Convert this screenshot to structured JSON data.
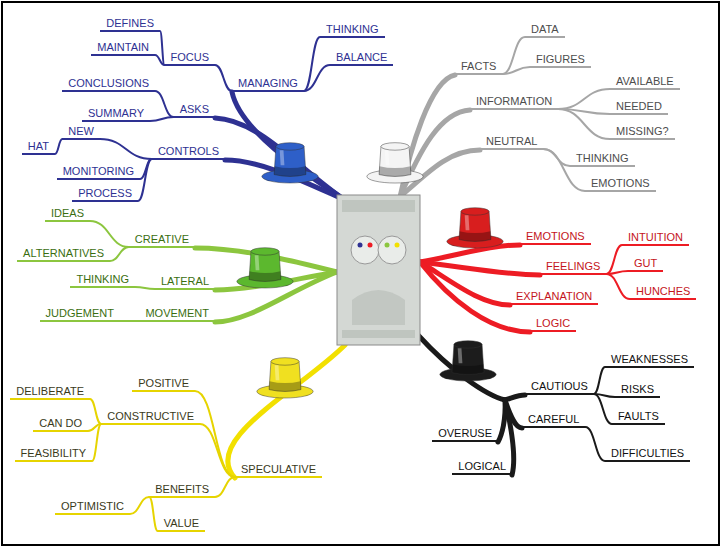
{
  "diagram": {
    "nodes": [
      {
        "text": [
          "MANAGING"
        ]
      },
      {
        "text": [
          "FOCUS"
        ]
      },
      {
        "text": [
          "DEFINES"
        ]
      },
      {
        "text": [
          "MAINTAIN"
        ]
      },
      {
        "text": [
          "THINKING"
        ]
      },
      {
        "text": [
          "BALANCE"
        ]
      },
      {
        "text": [
          "ASKS"
        ]
      },
      {
        "text": [
          "CONCLUSIONS"
        ]
      },
      {
        "text": [
          "SUMMARY"
        ]
      },
      {
        "text": [
          "CONTROLS"
        ]
      },
      {
        "text": [
          "NEW"
        ]
      },
      {
        "text": [
          "HAT"
        ]
      },
      {
        "text": [
          "MONITORING"
        ]
      },
      {
        "text": [
          "PROCESS"
        ]
      },
      {
        "text": [
          "FACTS"
        ]
      },
      {
        "text": [
          "DATA"
        ]
      },
      {
        "text": [
          "FIGURES"
        ]
      },
      {
        "text": [
          "INFORMATION"
        ]
      },
      {
        "text": [
          "AVAILABLE"
        ]
      },
      {
        "text": [
          "NEEDED"
        ]
      },
      {
        "text": [
          "MISSING?"
        ]
      },
      {
        "text": [
          "NEUTRAL"
        ]
      },
      {
        "text": [
          "THINKING"
        ]
      },
      {
        "text": [
          "EMOTIONS"
        ]
      },
      {
        "text": [
          "CREATIVE"
        ]
      },
      {
        "text": [
          "IDEAS"
        ]
      },
      {
        "text": [
          "ALTERNATIVES"
        ]
      },
      {
        "text": [
          "LATERAL"
        ]
      },
      {
        "text": [
          "THINKING"
        ]
      },
      {
        "text": [
          "MOVEMENT"
        ]
      },
      {
        "text": [
          "JUDGEMENT"
        ]
      },
      {
        "text": [
          "EMOTIONS"
        ]
      },
      {
        "text": [
          "FEELINGS"
        ]
      },
      {
        "text": [
          "INTUITION"
        ]
      },
      {
        "text": [
          "GUT"
        ]
      },
      {
        "text": [
          "HUNCHES"
        ]
      },
      {
        "text": [
          "EXPLANATION"
        ]
      },
      {
        "text": [
          "LOGIC"
        ]
      },
      {
        "text": [
          "SPECULATIVE"
        ]
      },
      {
        "text": [
          "POSITIVE"
        ]
      },
      {
        "text": [
          "CONSTRUCTIVE"
        ]
      },
      {
        "text": [
          "DELIBERATE"
        ]
      },
      {
        "text": [
          "CAN DO"
        ]
      },
      {
        "text": [
          "FEASIBILITY"
        ]
      },
      {
        "text": [
          "BENEFITS"
        ]
      },
      {
        "text": [
          "OPTIMISTIC"
        ]
      },
      {
        "text": [
          "VALUE"
        ]
      },
      {
        "text": [
          "CAUTIOUS"
        ]
      },
      {
        "text": [
          "WEAKNESSES"
        ]
      },
      {
        "text": [
          "RISKS"
        ]
      },
      {
        "text": [
          "FAULTS"
        ]
      },
      {
        "text": [
          "CAREFUL"
        ]
      },
      {
        "text": [
          "DIFFICULTIES"
        ]
      },
      {
        "text": [
          "OVERUSE"
        ]
      },
      {
        "text": [
          "LOGICAL"
        ]
      }
    ],
    "edges": [
      {
        "from": 0,
        "to": 1,
        "arrow": "none"
      },
      {
        "from": 1,
        "to": 2,
        "arrow": "none"
      },
      {
        "from": 1,
        "to": 3,
        "arrow": "none"
      },
      {
        "from": 0,
        "to": 4,
        "arrow": "none"
      },
      {
        "from": 0,
        "to": 5,
        "arrow": "none"
      },
      {
        "from": 6,
        "to": 7,
        "arrow": "none"
      },
      {
        "from": 6,
        "to": 8,
        "arrow": "none"
      },
      {
        "from": 9,
        "to": 10,
        "arrow": "none"
      },
      {
        "from": 10,
        "to": 11,
        "arrow": "none"
      },
      {
        "from": 9,
        "to": 12,
        "arrow": "none"
      },
      {
        "from": 9,
        "to": 13,
        "arrow": "none"
      },
      {
        "from": 14,
        "to": 15,
        "arrow": "none"
      },
      {
        "from": 14,
        "to": 16,
        "arrow": "none"
      },
      {
        "from": 17,
        "to": 18,
        "arrow": "none"
      },
      {
        "from": 17,
        "to": 19,
        "arrow": "none"
      },
      {
        "from": 17,
        "to": 20,
        "arrow": "none"
      },
      {
        "from": 21,
        "to": 22,
        "arrow": "none"
      },
      {
        "from": 21,
        "to": 23,
        "arrow": "none"
      },
      {
        "from": 24,
        "to": 25,
        "arrow": "none"
      },
      {
        "from": 24,
        "to": 26,
        "arrow": "none"
      },
      {
        "from": 27,
        "to": 28,
        "arrow": "none"
      },
      {
        "from": 29,
        "to": 30,
        "arrow": "none"
      },
      {
        "from": 32,
        "to": 33,
        "arrow": "none"
      },
      {
        "from": 32,
        "to": 34,
        "arrow": "none"
      },
      {
        "from": 32,
        "to": 35,
        "arrow": "none"
      },
      {
        "from": 38,
        "to": 39,
        "arrow": "none"
      },
      {
        "from": 38,
        "to": 40,
        "arrow": "none"
      },
      {
        "from": 40,
        "to": 41,
        "arrow": "none"
      },
      {
        "from": 40,
        "to": 42,
        "arrow": "none"
      },
      {
        "from": 40,
        "to": 43,
        "arrow": "none"
      },
      {
        "from": 38,
        "to": 44,
        "arrow": "none"
      },
      {
        "from": 44,
        "to": 45,
        "arrow": "none"
      },
      {
        "from": 44,
        "to": 46,
        "arrow": "none"
      },
      {
        "from": 47,
        "to": 48,
        "arrow": "none"
      },
      {
        "from": 47,
        "to": 49,
        "arrow": "none"
      },
      {
        "from": 47,
        "to": 50,
        "arrow": "none"
      },
      {
        "from": 51,
        "to": 52,
        "arrow": "none"
      }
    ]
  }
}
